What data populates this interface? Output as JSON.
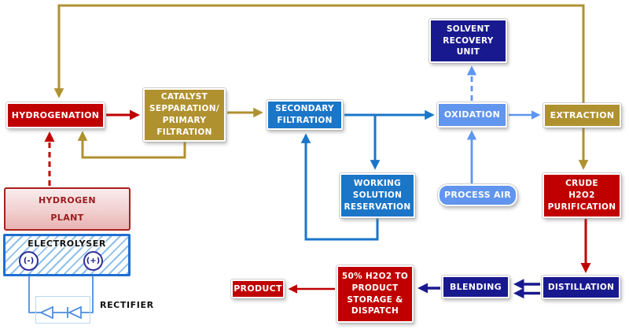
{
  "diagram": {
    "type": "process-flow-diagram",
    "subject": "Hydrogen peroxide (H2O2) production process",
    "palette": {
      "red": "#C00000",
      "gold": "#B09130",
      "medium_blue": "#1B76C8",
      "light_blue": "#6195EE",
      "navy": "#19198F",
      "hydrogen_plant_border": "#A82020",
      "hydrogen_plant_text": "#9B1B1B",
      "electrolyser_border": "#1F6FD0",
      "wire_blue": "#4C8FDC"
    },
    "nodes": {
      "hydrogenation": {
        "label": "HYDROGENATION"
      },
      "catalyst_separation": {
        "label": "CATALYST\nSEPPARATION/\nPRIMARY\nFILTRATION"
      },
      "secondary_filtration": {
        "label": "SECONDARY\nFILTRATION"
      },
      "solvent_recovery": {
        "label": "SOLVENT\nRECOVERY\nUNIT"
      },
      "oxidation": {
        "label": "OXIDATION"
      },
      "extraction": {
        "label": "EXTRACTION"
      },
      "working_solution": {
        "label": "WORKING\nSOLUTION\nRESERVATION"
      },
      "process_air": {
        "label": "PROCESS AIR"
      },
      "crude_purification": {
        "label": "CRUDE\nH2O2\nPURIFICATION"
      },
      "hydrogen_plant": {
        "label": "HYDROGEN\nPLANT"
      },
      "electrolyser": {
        "label": "ELECTROLYSER",
        "terminals": {
          "negative": "(-)",
          "positive": "(+)"
        }
      },
      "rectifier": {
        "label": "RECTIFIER"
      },
      "product": {
        "label": "PRODUCT"
      },
      "h2o2_storage": {
        "label": "50% H2O2 TO\nPRODUCT\nSTORAGE &\nDISPATCH"
      },
      "blending": {
        "label": "BLENDING"
      },
      "distillation": {
        "label": "DISTILLATION"
      }
    }
  }
}
